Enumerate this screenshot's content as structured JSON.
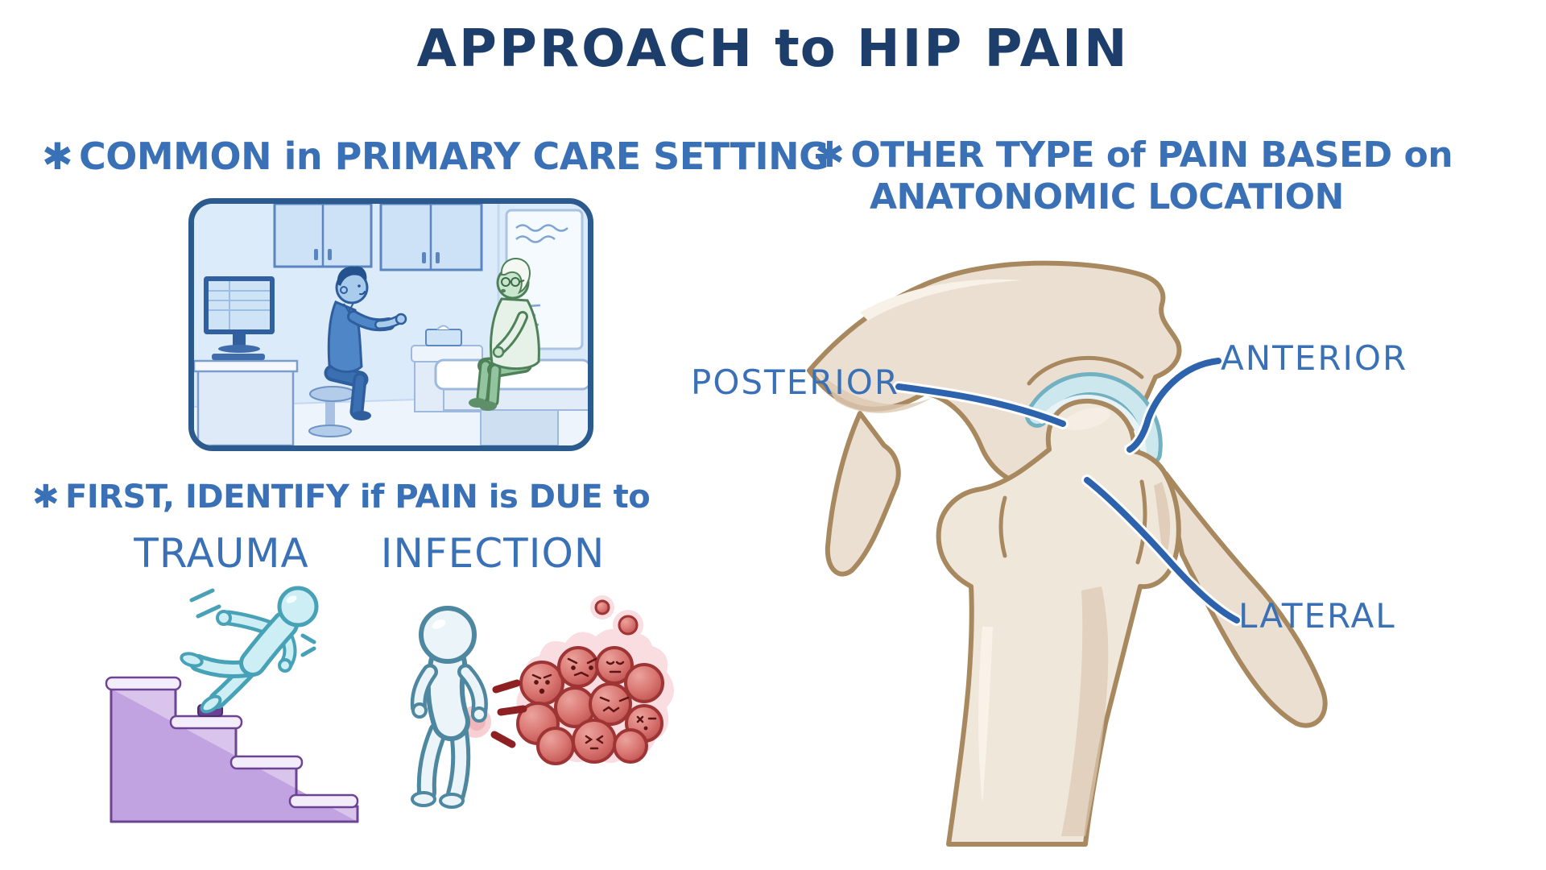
{
  "title": {
    "segments": [
      {
        "t": "APPROACH ",
        "c": ""
      },
      {
        "t": "to",
        "c": "lc"
      },
      {
        "t": " HIP PAIN",
        "c": ""
      }
    ]
  },
  "sections": {
    "primary_care": {
      "heading_segments": [
        {
          "t": "✱",
          "c": "star"
        },
        {
          "t": "COMMON ",
          "c": ""
        },
        {
          "t": "in",
          "c": "lc"
        },
        {
          "t": " PRIMARY CARE SETTING",
          "c": ""
        }
      ]
    },
    "identify": {
      "heading_segments": [
        {
          "t": "✱",
          "c": "star"
        },
        {
          "t": "FIRST, IDENTIFY ",
          "c": ""
        },
        {
          "t": "if",
          "c": "lc"
        },
        {
          "t": " PAIN ",
          "c": ""
        },
        {
          "t": "is",
          "c": "lc"
        },
        {
          "t": " DUE ",
          "c": ""
        },
        {
          "t": "to",
          "c": "lc"
        }
      ],
      "labels": {
        "trauma": "TRAUMA",
        "infection": "INFECTION"
      }
    },
    "anatomic": {
      "heading_line1_segments": [
        {
          "t": "✱",
          "c": "star"
        },
        {
          "t": "OTHER TYPE ",
          "c": ""
        },
        {
          "t": "of",
          "c": "lc"
        },
        {
          "t": " PAIN BASED ",
          "c": ""
        },
        {
          "t": "on",
          "c": "lc"
        }
      ],
      "heading_line2": "ANATONOMIC LOCATION",
      "labels": {
        "posterior": "POSTERIOR",
        "anterior": "ANTERIOR",
        "lateral": "LATERAL"
      }
    }
  },
  "illustrations": {
    "clinic": "doctor-talking-with-elderly-patient-in-exam-room",
    "trauma": "person-slipping-down-stairs",
    "infection": "person-with-hip-pain-and-bacteria-cluster",
    "hip_anatomy": "hip-joint-bones-with-location-labels"
  },
  "palette": {
    "title_navy": "#1d3e6b",
    "heading_blue": "#3a71b6",
    "leader_line_blue": "#2d63ac",
    "card_border_blue": "#2b5a8f",
    "stairs_purple_light": "#d9c4ec",
    "stairs_purple_dark": "#c2a3e1",
    "trauma_figure_cyan": "#cdeef4",
    "infection_figure_pale": "#ebf4f9",
    "bacteria_red": "#d97672",
    "bacteria_halo_pink": "#f9dde0",
    "pain_dash_maroon": "#8e2023",
    "bone_beige": "#ebdfd2",
    "bone_outline_tan": "#a8895f",
    "cartilage_blue": "#cde7ee"
  }
}
